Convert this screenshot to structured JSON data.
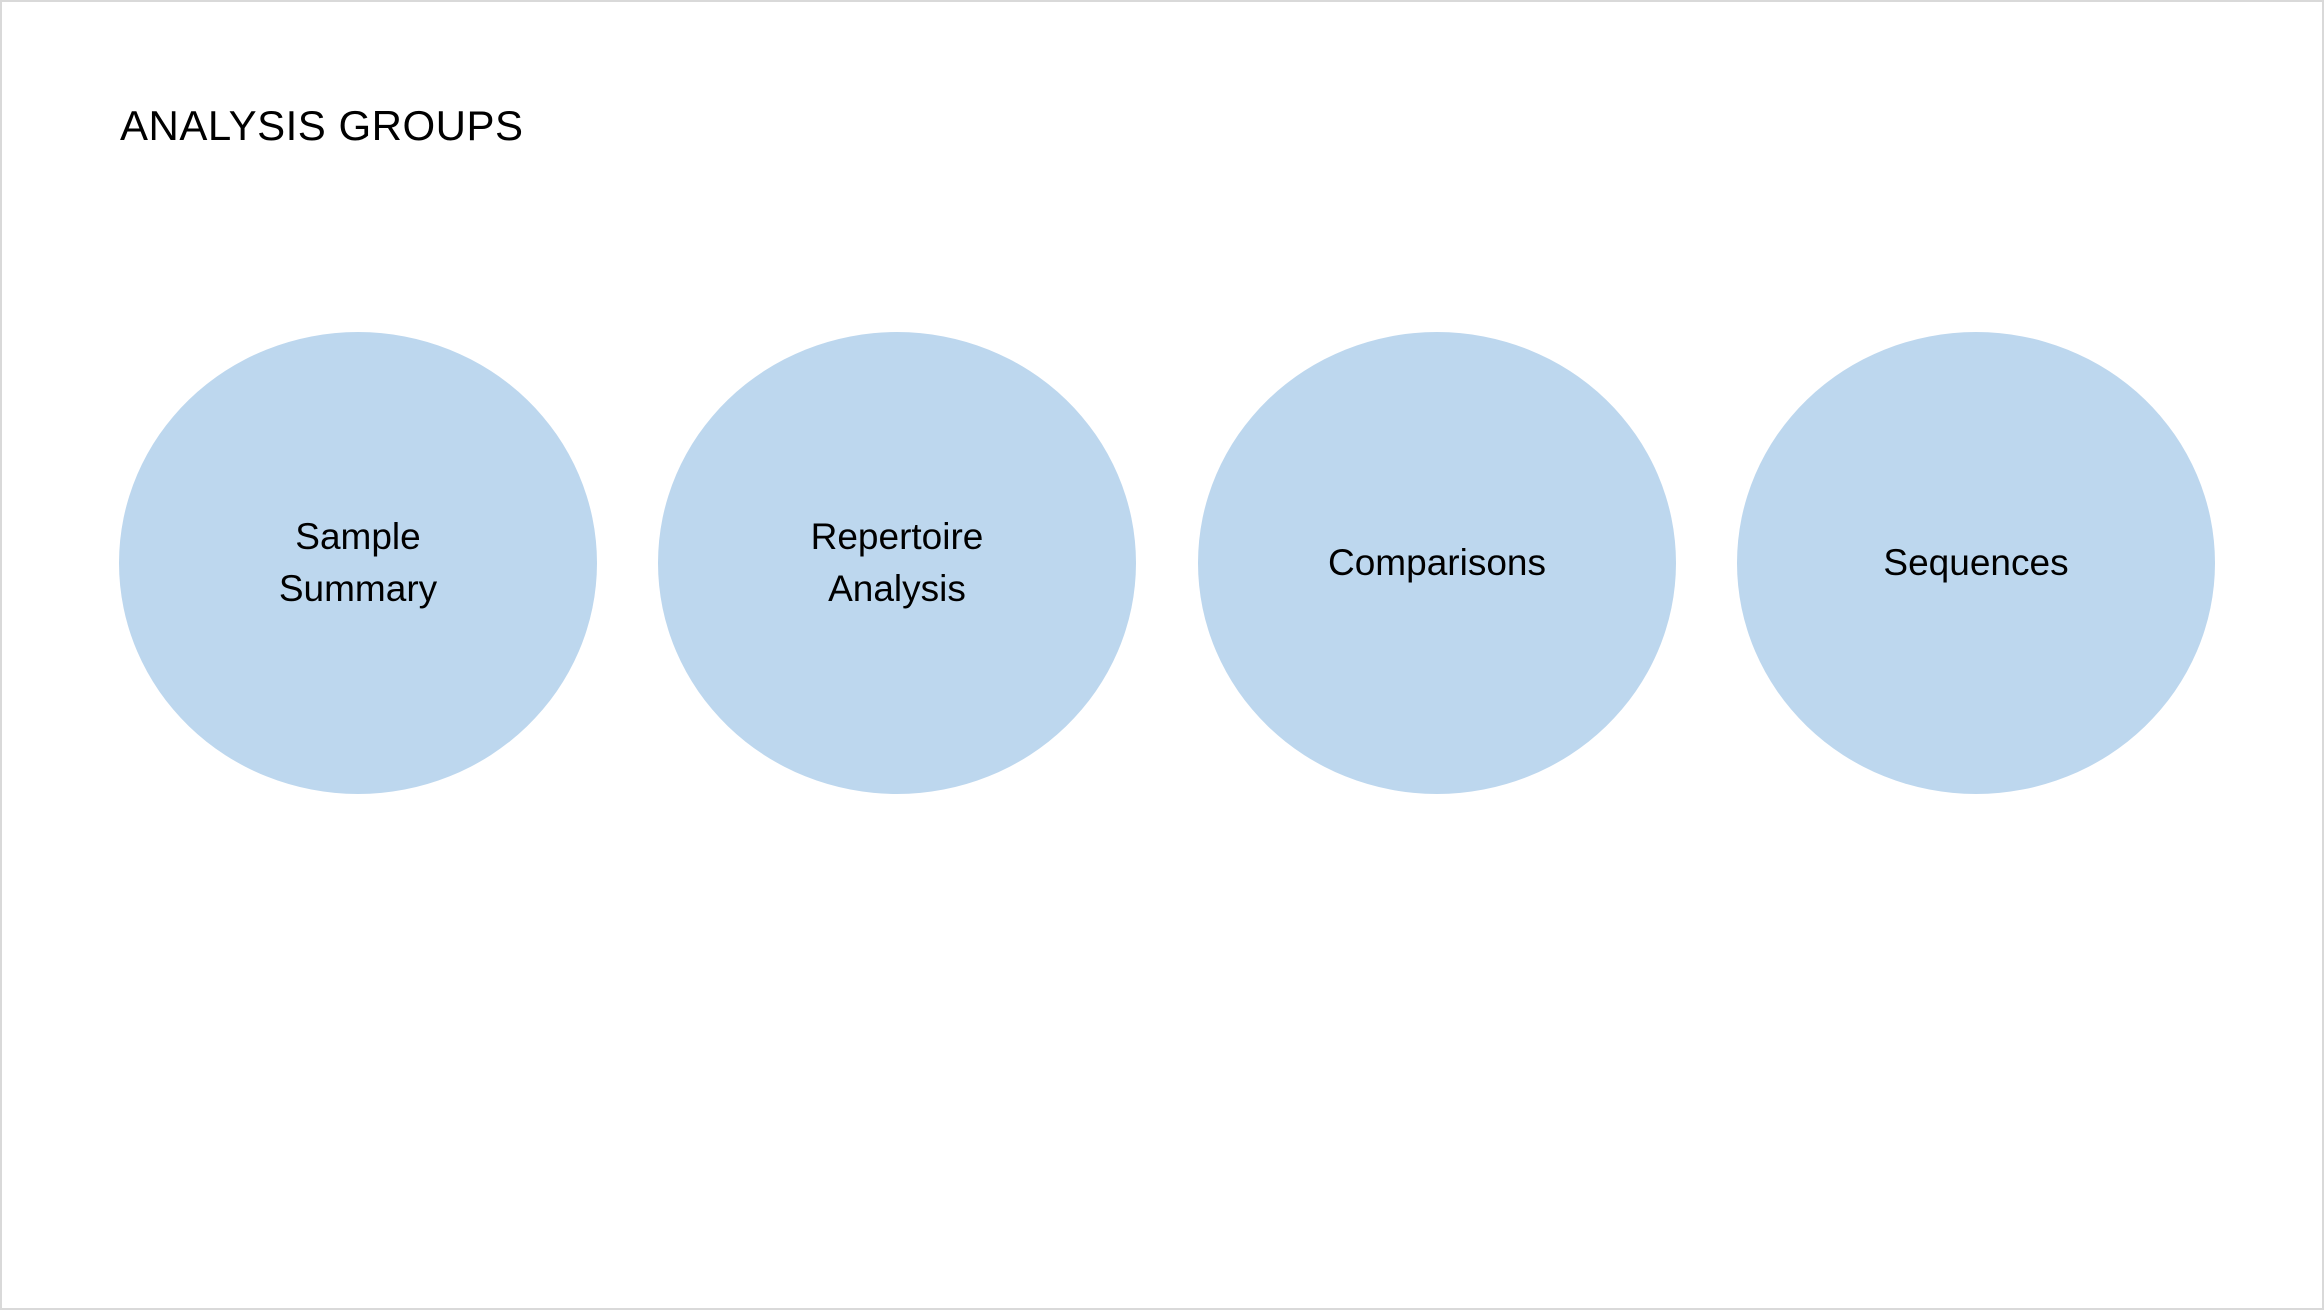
{
  "title": "ANALYSIS GROUPS",
  "colors": {
    "circle_fill": "#bdd7ee",
    "border": "#d9d9d9"
  },
  "groups": [
    {
      "label": "Sample\nSummary"
    },
    {
      "label": "Repertoire\nAnalysis"
    },
    {
      "label": "Comparisons"
    },
    {
      "label": "Sequences"
    }
  ]
}
